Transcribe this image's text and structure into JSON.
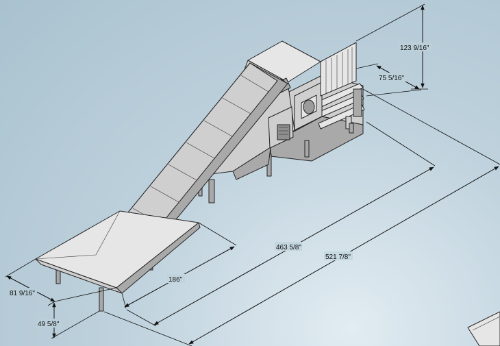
{
  "dimensions": {
    "hopper_height": "123 9/16\"",
    "hopper_depth": "75 5/16\"",
    "conveyor_length": "463 5/8\"",
    "overall_length": "521 7/8\"",
    "infeed_length": "186\"",
    "infeed_width": "81 9/16\"",
    "infeed_height": "49 5/8\""
  },
  "colors": {
    "background": "#b4cad6",
    "metal": "#cfcfcf",
    "outline": "#222222"
  }
}
